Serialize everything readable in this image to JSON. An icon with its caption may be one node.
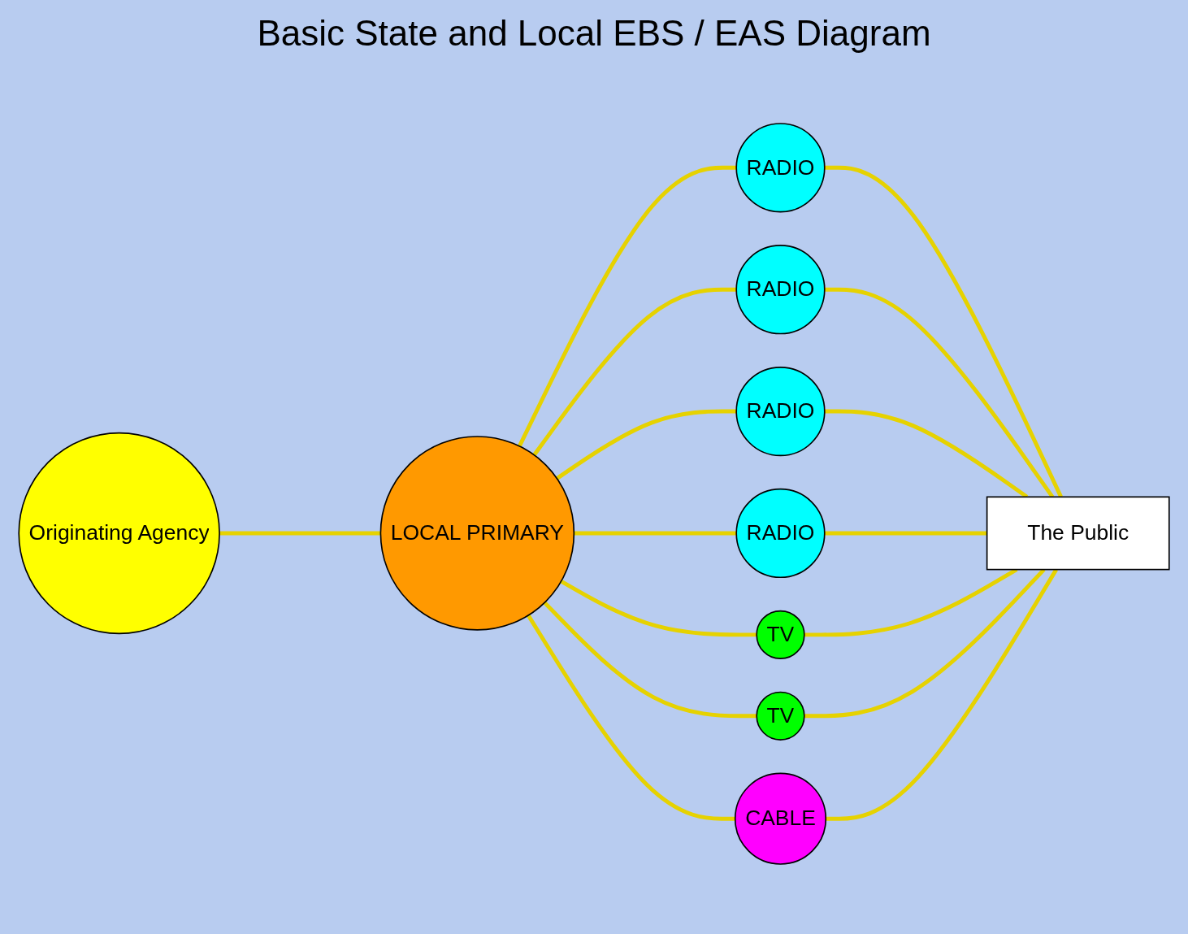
{
  "diagram": {
    "title": "Basic State and Local EBS / EAS Diagram",
    "nodes": [
      {
        "text": [
          "Originating Agency"
        ]
      },
      {
        "text": [
          "LOCAL PRIMARY"
        ]
      },
      {
        "text": [
          "RADIO"
        ]
      },
      {
        "text": [
          "RADIO"
        ]
      },
      {
        "text": [
          "RADIO"
        ]
      },
      {
        "text": [
          "RADIO"
        ]
      },
      {
        "text": [
          "TV"
        ]
      },
      {
        "text": [
          "TV"
        ]
      },
      {
        "text": [
          "CABLE"
        ]
      },
      {
        "text": [
          "The Public"
        ]
      }
    ],
    "edges": [
      {
        "from": 0,
        "to": 1,
        "arrow": "none"
      },
      {
        "from": 1,
        "to": 2,
        "arrow": "none"
      },
      {
        "from": 1,
        "to": 3,
        "arrow": "none"
      },
      {
        "from": 1,
        "to": 4,
        "arrow": "none"
      },
      {
        "from": 1,
        "to": 5,
        "arrow": "none"
      },
      {
        "from": 1,
        "to": 6,
        "arrow": "none"
      },
      {
        "from": 1,
        "to": 7,
        "arrow": "none"
      },
      {
        "from": 1,
        "to": 8,
        "arrow": "none"
      },
      {
        "from": 2,
        "to": 9,
        "arrow": "none"
      },
      {
        "from": 3,
        "to": 9,
        "arrow": "none"
      },
      {
        "from": 4,
        "to": 9,
        "arrow": "none"
      },
      {
        "from": 5,
        "to": 9,
        "arrow": "none"
      },
      {
        "from": 6,
        "to": 9,
        "arrow": "none"
      },
      {
        "from": 7,
        "to": 9,
        "arrow": "none"
      },
      {
        "from": 8,
        "to": 9,
        "arrow": "none"
      }
    ]
  }
}
